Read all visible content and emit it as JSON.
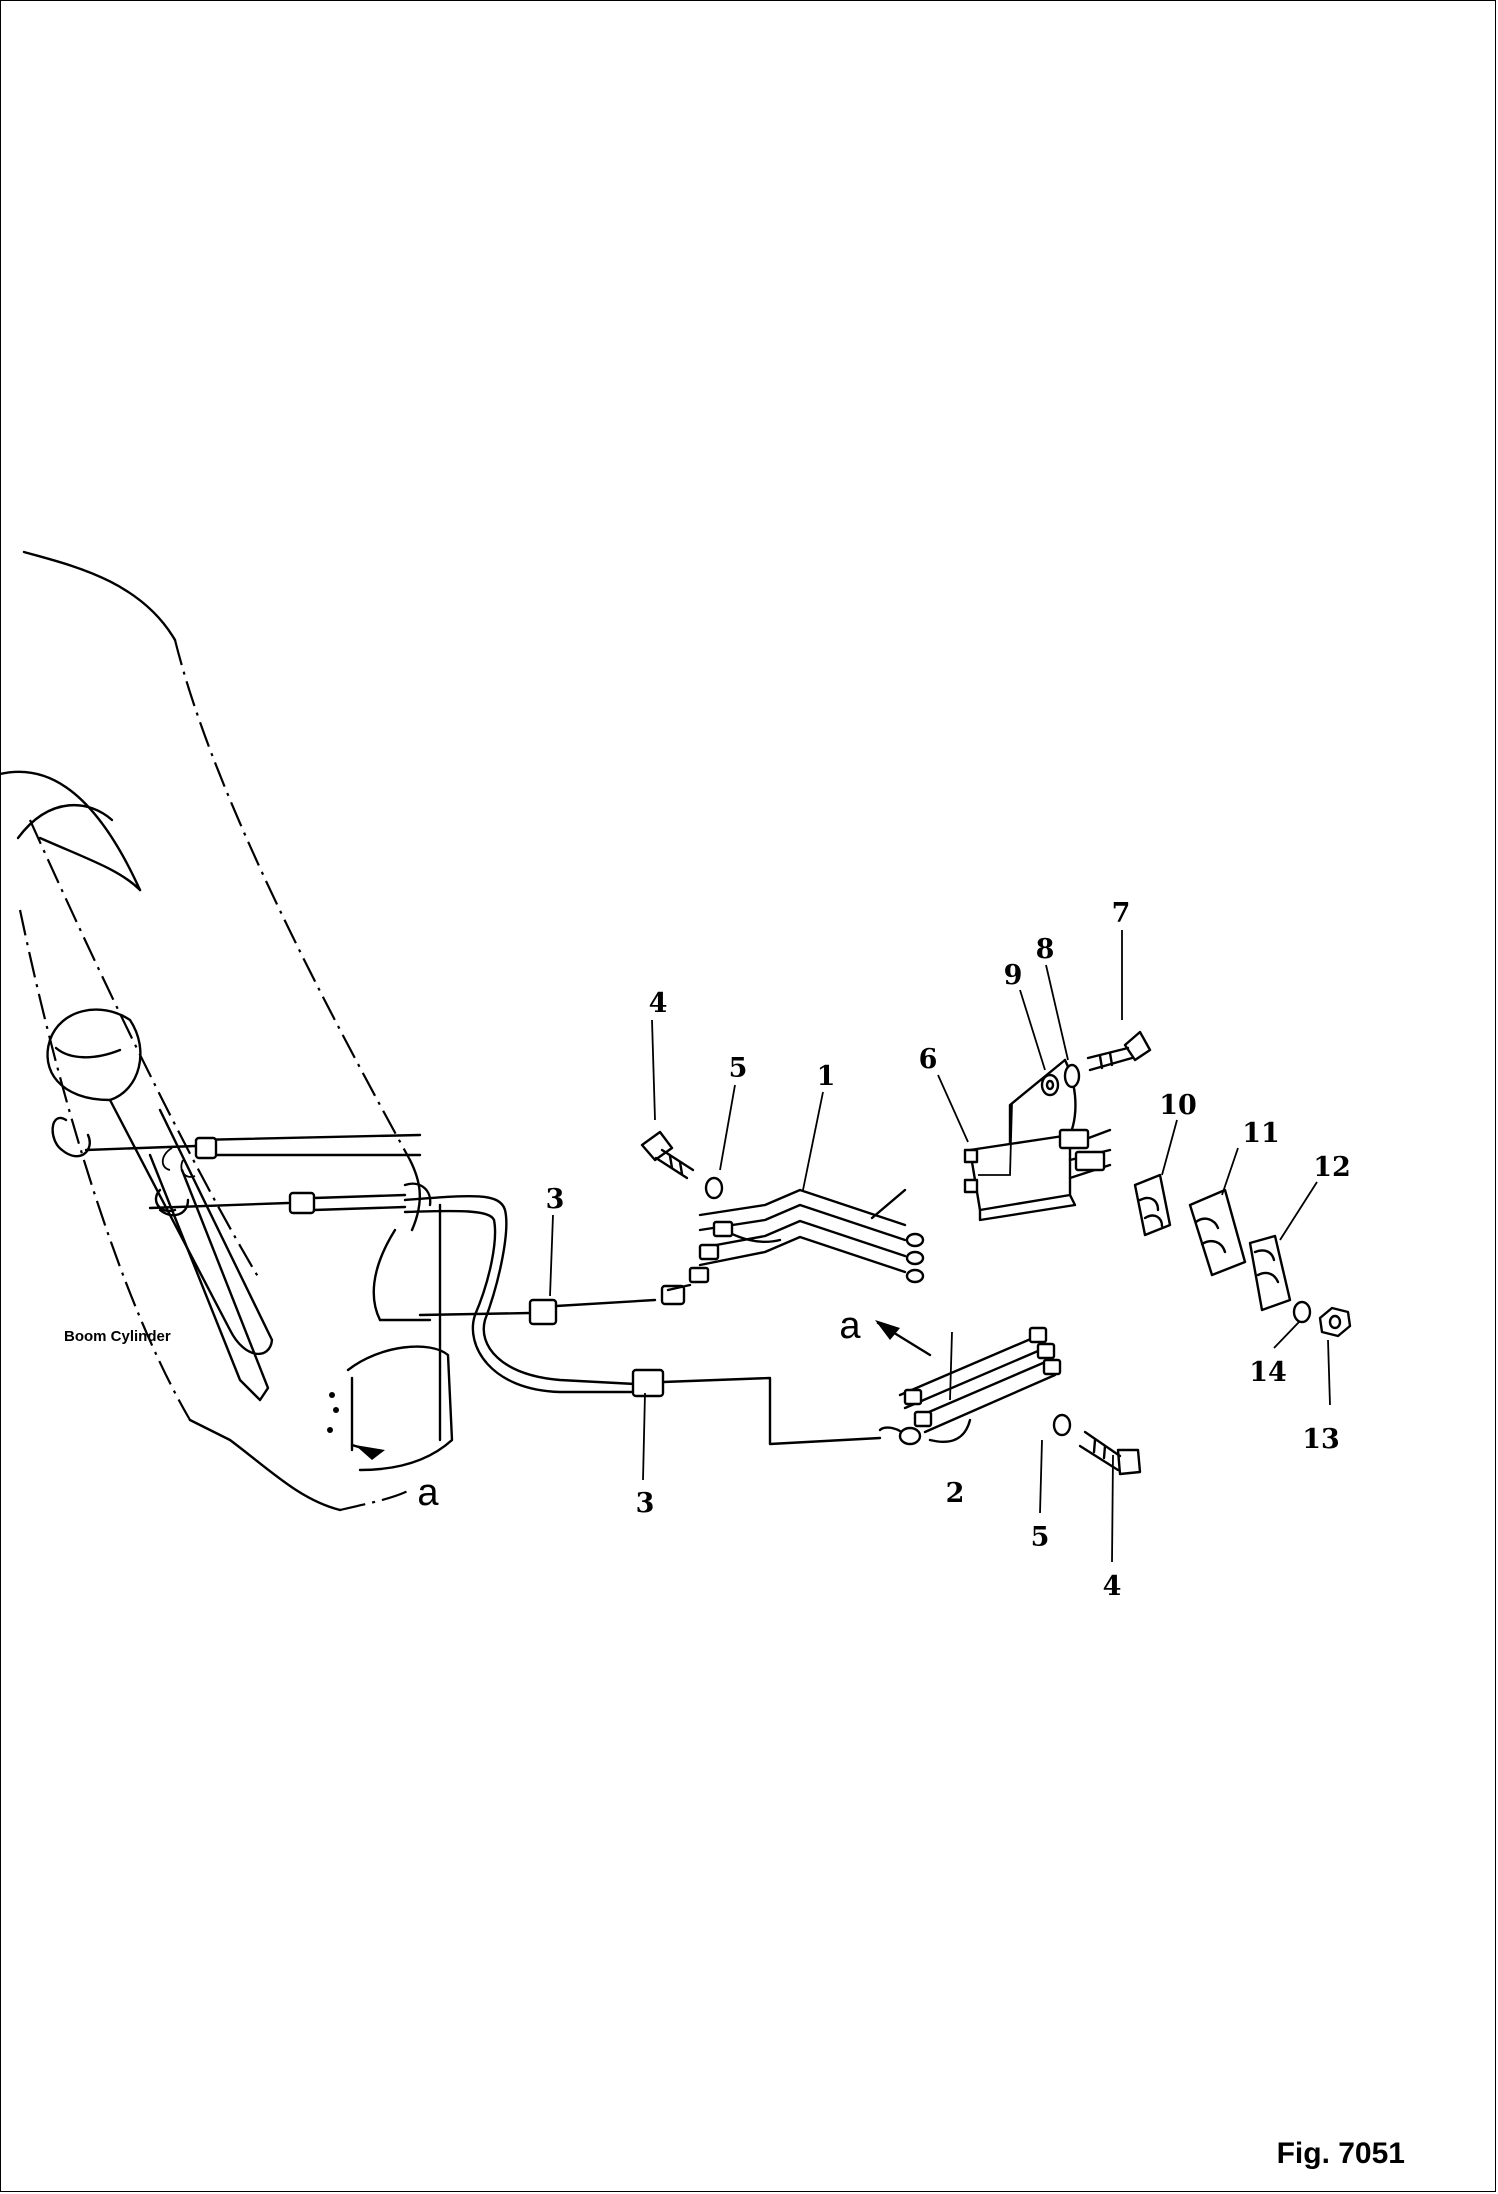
{
  "figure": {
    "fig_label": "Fig. 7051",
    "component_label": "Boom Cylinder",
    "view_labels": [
      "a",
      "a"
    ]
  },
  "callouts": [
    {
      "id": "c1",
      "text": "1"
    },
    {
      "id": "c2",
      "text": "2"
    },
    {
      "id": "c3a",
      "text": "3"
    },
    {
      "id": "c3b",
      "text": "3"
    },
    {
      "id": "c4a",
      "text": "4"
    },
    {
      "id": "c4b",
      "text": "4"
    },
    {
      "id": "c5a",
      "text": "5"
    },
    {
      "id": "c5b",
      "text": "5"
    },
    {
      "id": "c6",
      "text": "6"
    },
    {
      "id": "c7",
      "text": "7"
    },
    {
      "id": "c8",
      "text": "8"
    },
    {
      "id": "c9",
      "text": "9"
    },
    {
      "id": "c10",
      "text": "10"
    },
    {
      "id": "c11",
      "text": "11"
    },
    {
      "id": "c12",
      "text": "12"
    },
    {
      "id": "c13",
      "text": "13"
    },
    {
      "id": "c14",
      "text": "14"
    }
  ]
}
